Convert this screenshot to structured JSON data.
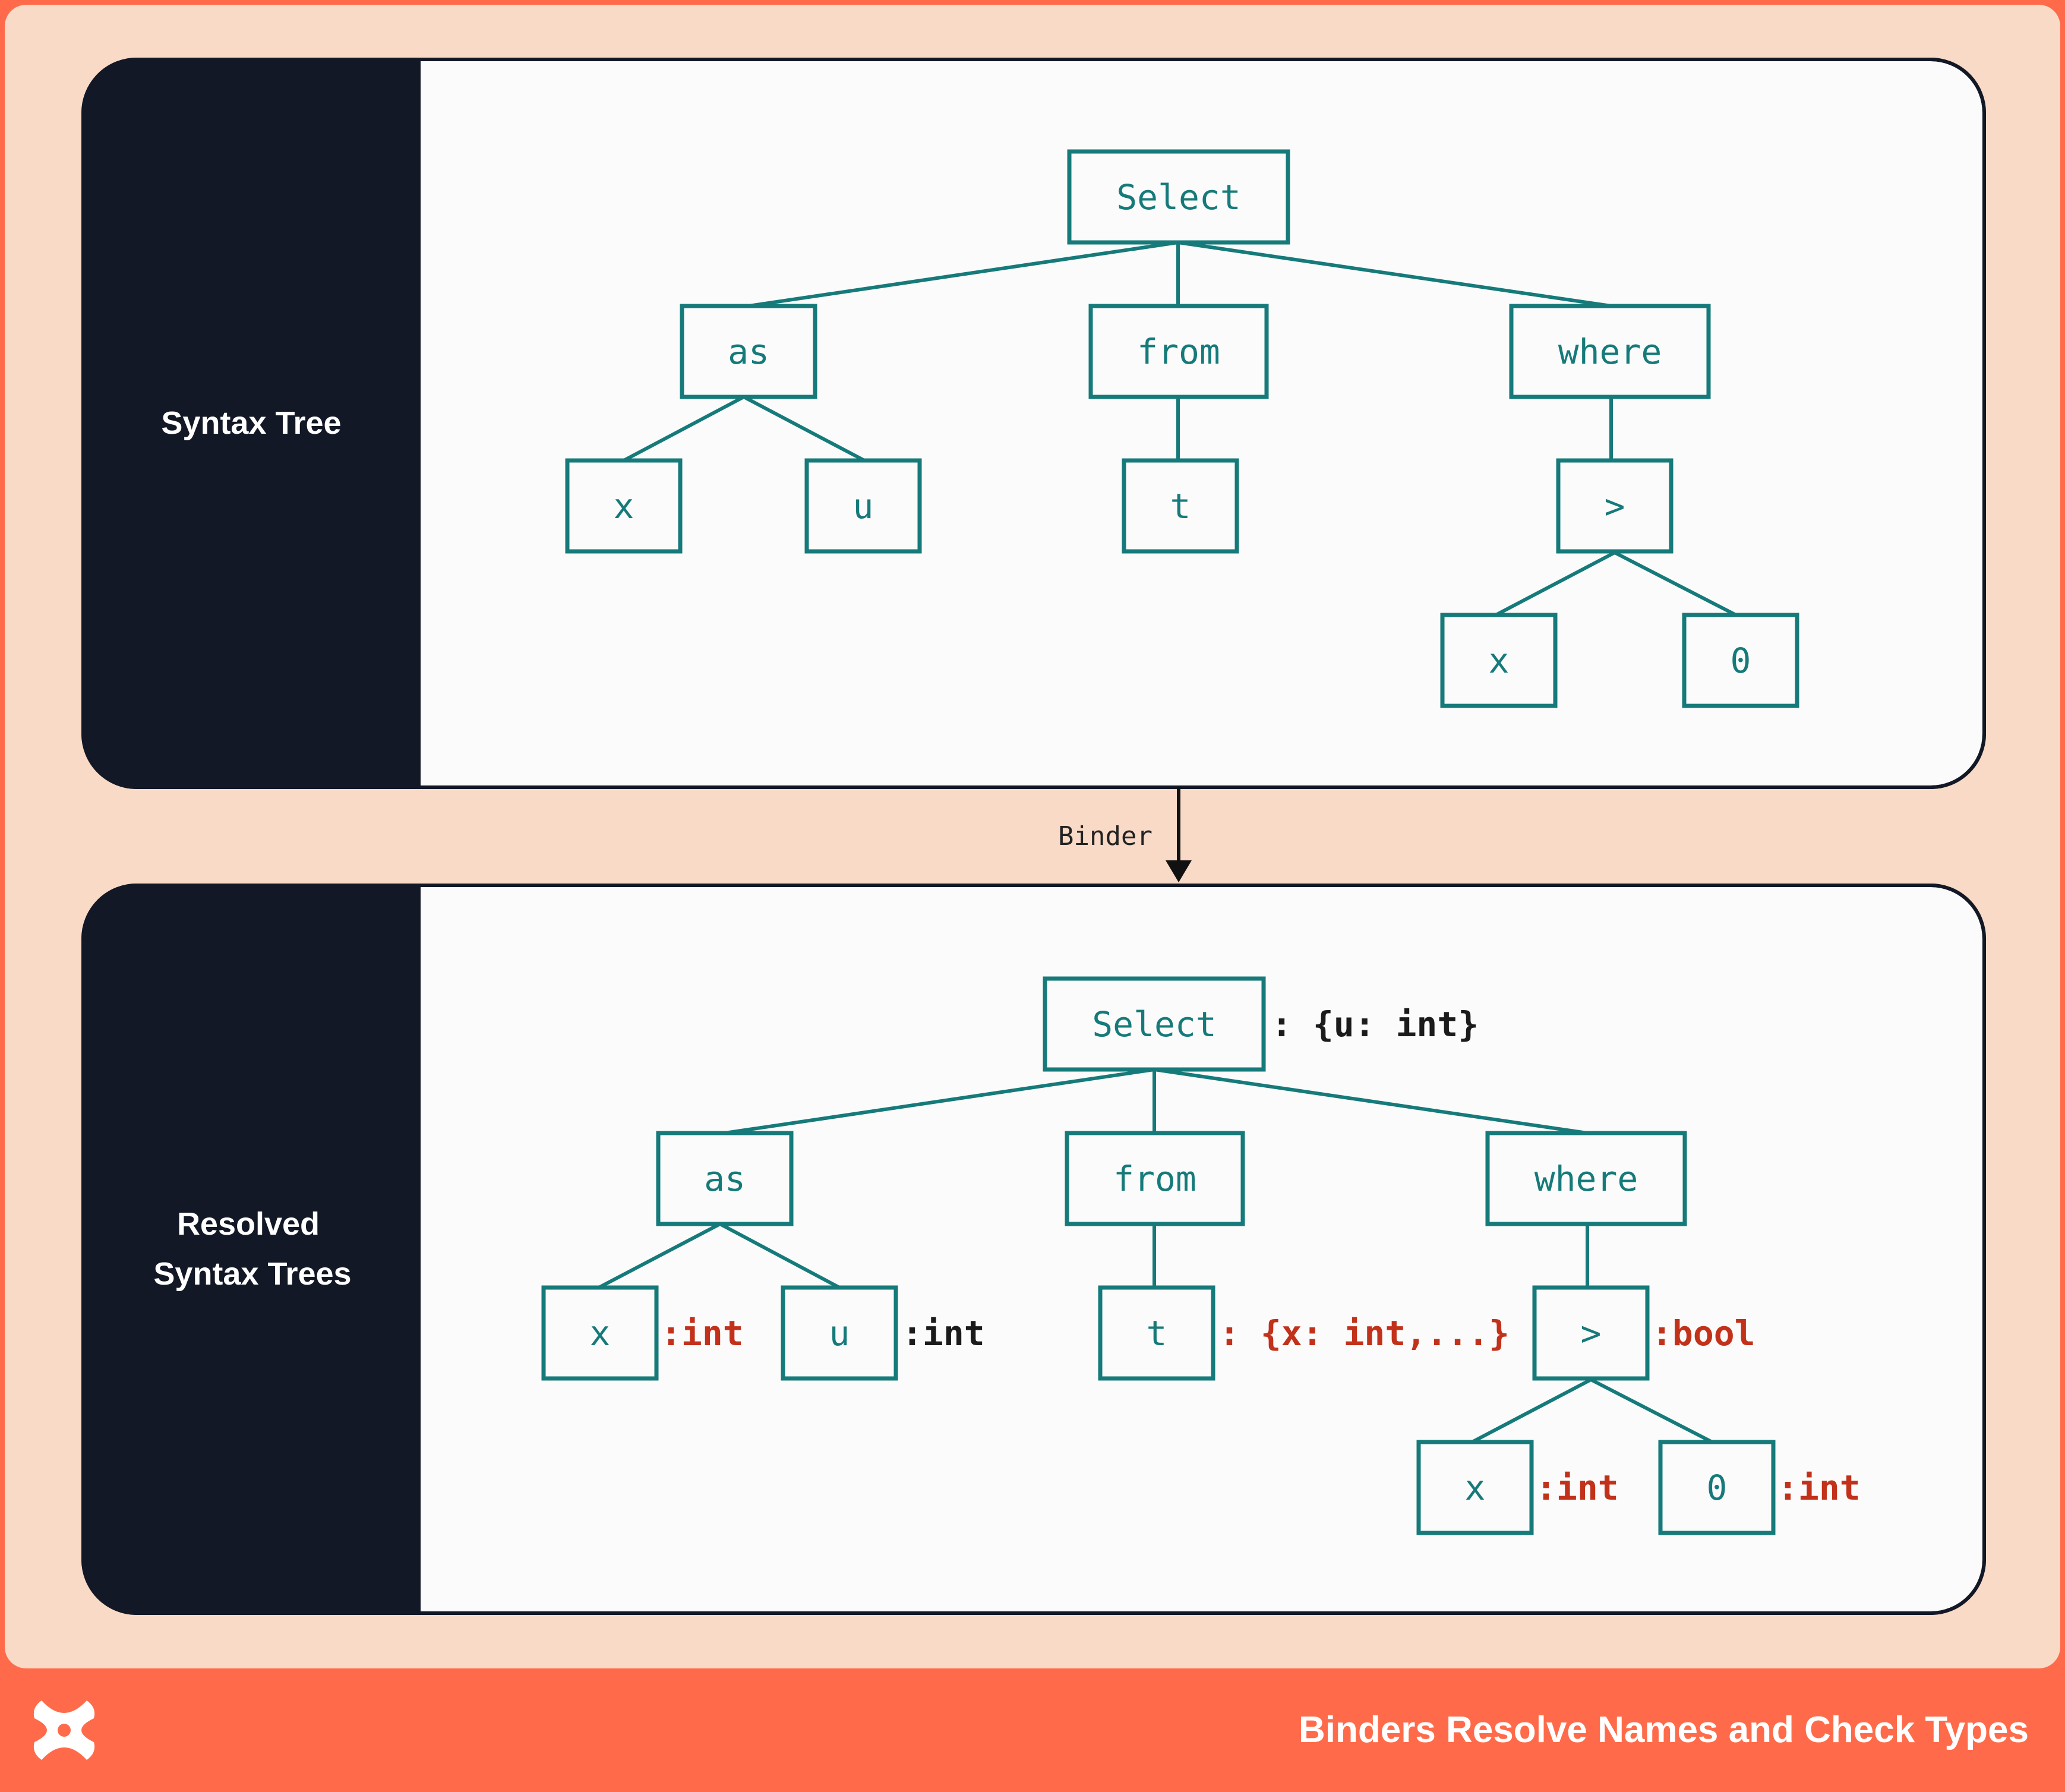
{
  "colors": {
    "outer_background": "#f9dac6",
    "footer_background": "#ff6b4a",
    "panel_sidebar": "#131826",
    "panel_body": "#fbfbfb",
    "node_stroke": "#167a7a",
    "annotation_red": "#c2311a",
    "annotation_black": "#1b1b1b"
  },
  "top_panel": {
    "label": "Syntax Tree",
    "nodes": {
      "select": "Select",
      "as": "as",
      "from": "from",
      "where": "where",
      "x": "x",
      "u": "u",
      "t": "t",
      "gt": ">",
      "x2": "x",
      "zero": "0"
    }
  },
  "binder_label": "Binder",
  "bottom_panel": {
    "label_line1": "Resolved",
    "label_line2": "Syntax Trees",
    "nodes": {
      "select": "Select",
      "as": "as",
      "from": "from",
      "where": "where",
      "x": "x",
      "u": "u",
      "t": "t",
      "gt": ">",
      "x2": "x",
      "zero": "0"
    },
    "annotations": {
      "select": ": {u: int}",
      "x": ":int",
      "u": ":int",
      "t": ": {x: int,...}",
      "gt": ":bool",
      "x2": ":int",
      "zero": ":int"
    }
  },
  "footer": {
    "logo_icon": "x-cross-logo-icon",
    "title": "Binders Resolve Names and Check Types"
  }
}
